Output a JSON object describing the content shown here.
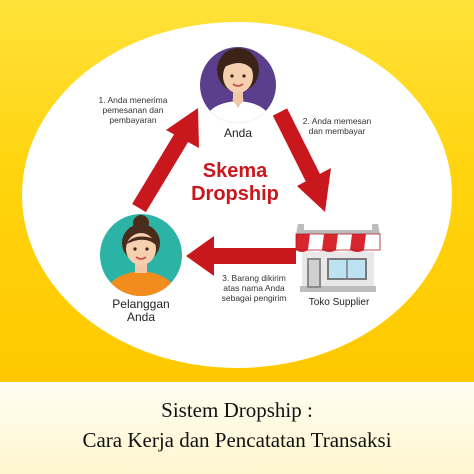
{
  "diagram": {
    "center_title": [
      "Skema",
      "Dropship"
    ],
    "actors": {
      "top": {
        "label": "Anda",
        "icon": "woman-avatar-icon"
      },
      "left": {
        "label_lines": [
          "Pelanggan",
          "Anda"
        ],
        "icon": "customer-avatar-icon"
      },
      "right": {
        "label": "Toko Supplier",
        "icon": "store-icon"
      }
    },
    "steps": {
      "step1": [
        "1. Anda menerima",
        "pemesanan dan",
        "pembayaran"
      ],
      "step2": [
        "2. Anda memesan",
        "dan membayar"
      ],
      "step3": [
        "3. Barang dikirim",
        "atas nama Anda",
        "sebagai pengirim"
      ]
    },
    "colors": {
      "arrow": "#c9171e",
      "background": "#ffd40e",
      "avatar_bg": "#5b3f8c",
      "customer_bg": "#2bb3a6"
    }
  },
  "caption": {
    "line1": "Sistem Dropship :",
    "line2": "Cara Kerja dan Pencatatan Transaksi"
  }
}
